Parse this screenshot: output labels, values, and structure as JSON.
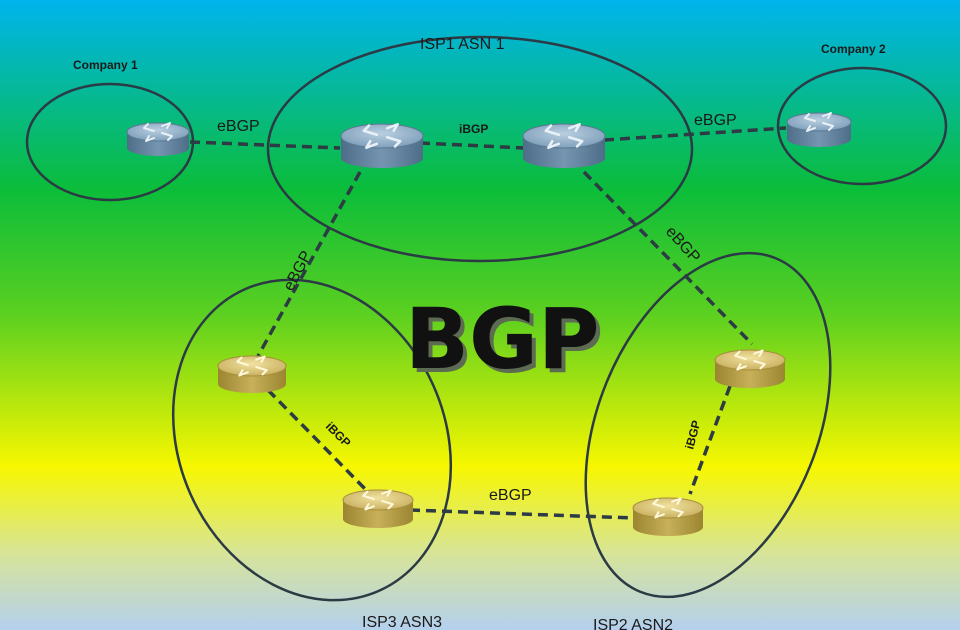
{
  "title": "BGP",
  "groups": {
    "company1": "Company 1",
    "company2": "Company 2",
    "isp1": "ISP1 ASN 1",
    "isp2": "ISP2 ASN2",
    "isp3": "ISP3 ASN3"
  },
  "links": {
    "company1_isp1": "eBGP",
    "isp1_company2": "eBGP",
    "isp1_internal": "iBGP",
    "isp1_isp3": "eBGP",
    "isp1_isp2": "eBGP",
    "isp3_internal": "iBGP",
    "isp2_internal": "iBGP",
    "isp3_isp2": "eBGP"
  },
  "colors": {
    "background_top": "#00b4ee",
    "background_mid_green": "#0bbd3a",
    "background_yellow": "#f7f700",
    "background_bottom": "#b4d0ee",
    "router_blue": "#6f8faa",
    "router_gold": "#c8b05a",
    "outline": "#2b3a44"
  },
  "icons": [
    "router-icon"
  ]
}
